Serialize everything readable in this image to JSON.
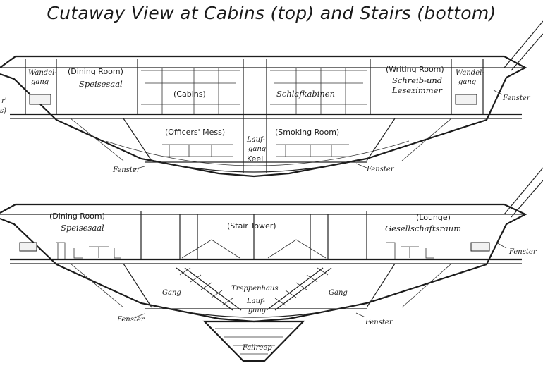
{
  "title": "Cutaway View at Cabins (top) and Stairs (bottom)",
  "top_section": {
    "wandelgang_left": [
      "Wandel-",
      "gang"
    ],
    "dining_room_en": "(Dining Room)",
    "dining_room_de": "Speisesaal",
    "cabins_en": "(Cabins)",
    "cabins_de": "Schlafkabinen",
    "writing_room_en": "(Writing Room)",
    "writing_room_de": [
      "Schreib-und",
      "Lesezimmer"
    ],
    "wandelgang_right": [
      "Wandel-",
      "gang"
    ],
    "officers_mess_en": "(Officers' Mess)",
    "smoking_room_en": "(Smoking Room)",
    "laufgang": [
      "Lauf-",
      "gang"
    ],
    "keel_en": "Keel",
    "fenster_left": "Fenster",
    "fenster_center_right": "Fenster",
    "fenster_right": "Fenster",
    "edge_fragment": [
      "r'",
      "s)"
    ]
  },
  "bottom_section": {
    "dining_room_en": "(Dining Room)",
    "dining_room_de": "Speisesaal",
    "stair_tower_en": "(Stair Tower)",
    "lounge_en": "(Lounge)",
    "lounge_de": "Gesellschaftsraum",
    "treppenhaus": "Treppenhaus",
    "laufgang": [
      "Lauf-",
      "gang"
    ],
    "gang_left": "Gang",
    "gang_right": "Gang",
    "fenster_left": "Fenster",
    "fenster_center_right": "Fenster",
    "fenster_right": "Fenster",
    "fallreep": "Fallreep"
  }
}
